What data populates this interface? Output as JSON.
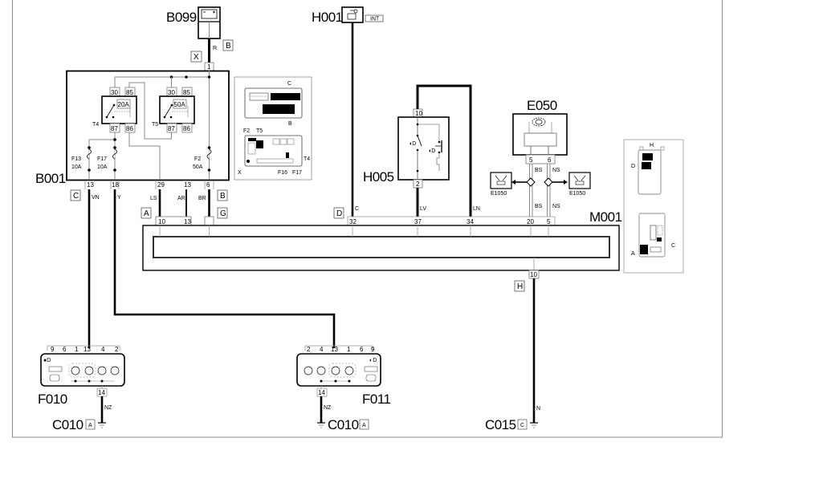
{
  "diagram": {
    "components": {
      "B099": {
        "code": "B099",
        "symbol": "battery-icon"
      },
      "H001": {
        "code": "H001",
        "symbol": "ignition-switch-icon",
        "tag": "INT"
      },
      "B001": {
        "code": "B001",
        "relays": [
          {
            "id": "T4",
            "rating": "20A",
            "pins": [
              "30",
              "85",
              "87",
              "86"
            ]
          },
          {
            "id": "T5",
            "rating": "50A",
            "pins": [
              "30",
              "85",
              "87",
              "86"
            ]
          }
        ],
        "fuses": [
          {
            "id": "F13",
            "rating": "10A"
          },
          {
            "id": "F17",
            "rating": "10A"
          },
          {
            "id": "F2",
            "rating": "50A"
          }
        ]
      },
      "H005": {
        "code": "H005",
        "pins": [
          "10",
          "2"
        ]
      },
      "E050": {
        "code": "E050",
        "pins": [
          "5",
          "6"
        ]
      },
      "E1050_left": {
        "code": "E1050"
      },
      "E1050_right": {
        "code": "E1050"
      },
      "M001": {
        "code": "M001"
      },
      "F010": {
        "code": "F010",
        "pins": [
          "9",
          "6",
          "1",
          "13",
          "4",
          "2"
        ],
        "ground_pin": "14"
      },
      "F011": {
        "code": "F011",
        "pins": [
          "2",
          "4",
          "13",
          "1",
          "6",
          "9"
        ],
        "ground_pin": "14"
      },
      "C010_left": {
        "code": "C010",
        "connector": "A"
      },
      "C010_right": {
        "code": "C010",
        "connector": "A"
      },
      "C015": {
        "code": "C015",
        "connector": "C"
      }
    },
    "connector_tags": {
      "b099_x": "X",
      "b099_b": "B",
      "b001_c": "C",
      "b001_b": "B",
      "m001_a": "A",
      "m001_g": "G",
      "m001_d": "D",
      "m001_h": "H"
    },
    "pins": {
      "b001_in": "1",
      "b001_out": [
        "13",
        "18",
        "29",
        "13",
        "6"
      ],
      "m001_left": [
        "10",
        "13"
      ],
      "m001_top": [
        "32",
        "37",
        "34",
        "20",
        "5"
      ],
      "m001_bottom": "10"
    },
    "wires": {
      "b099_b001": "R",
      "b001_13": "VN",
      "b001_18": "Y",
      "b001_29": "LS",
      "b001_13b": "AR",
      "b001_6": "BR",
      "h001_m001": "C",
      "h005_m001": "LV",
      "h005_loop": "LN",
      "e050_5a": "BS",
      "e050_6a": "NS",
      "e050_5b": "BS",
      "e050_6b": "NS",
      "f010_gnd": "NZ",
      "f011_gnd": "NZ",
      "m001_gnd": "N"
    },
    "inset_fusebox": {
      "labels": [
        "C",
        "B",
        "F2",
        "T5",
        "X",
        "F16",
        "F17",
        "T4"
      ]
    },
    "inset_m001": {
      "labels": [
        "H",
        "D",
        "A",
        "C"
      ]
    }
  }
}
